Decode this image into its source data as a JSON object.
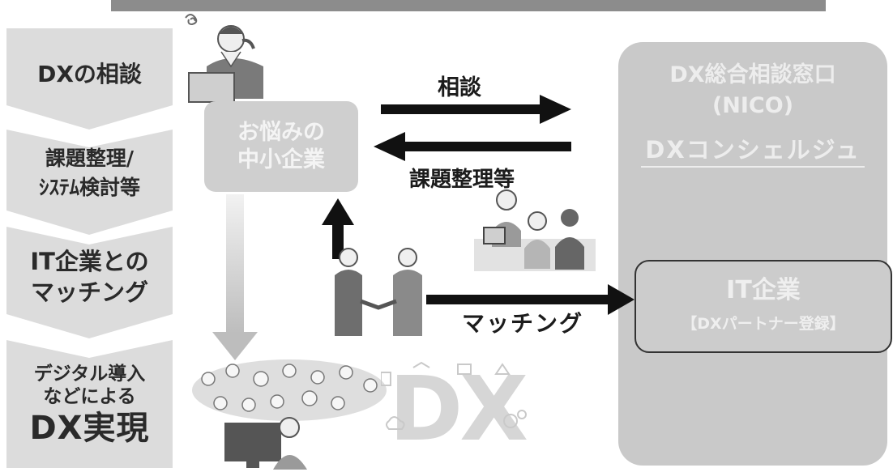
{
  "steps": {
    "step1": "DXの相談",
    "step2": [
      "課題整理/",
      "ｼｽﾃﾑ検討等"
    ],
    "step3": [
      "IT企業との",
      "マッチング"
    ],
    "step4_small": [
      "デジタル導入",
      "などによる"
    ],
    "step4_big": "DX実現"
  },
  "sme_box": [
    "お悩みの",
    "中小企業"
  ],
  "center_box": {
    "line1": "DX総合相談窓口",
    "line2": "(NICO)",
    "line3": "DXコンシェルジュ"
  },
  "it_box": {
    "title": "IT企業",
    "subtitle": "【DXパートナー登録】"
  },
  "arrows": {
    "consult": "相談",
    "issue": "課題整理等",
    "matching": "マッチング"
  },
  "illustrations": {
    "dx_letters": "DX"
  }
}
